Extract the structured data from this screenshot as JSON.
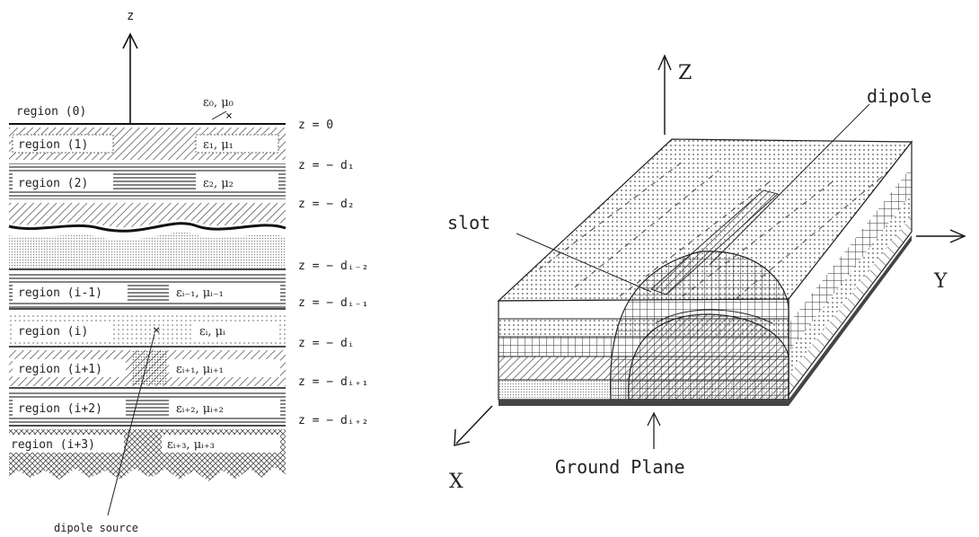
{
  "left_panel": {
    "axis_label": "z",
    "region0_label": "region (0)",
    "region0_params": "ε₀, μ₀",
    "regions": [
      {
        "label": "region (1)",
        "params": "ε₁, μ₁"
      },
      {
        "label": "region (2)",
        "params": "ε₂, μ₂"
      },
      {
        "label": "region (i-1)",
        "params": "εᵢ₋₁, μᵢ₋₁"
      },
      {
        "label": "region (i)",
        "params": "εᵢ, μᵢ"
      },
      {
        "label": "region (i+1)",
        "params": "εᵢ₊₁, μᵢ₊₁"
      },
      {
        "label": "region (i+2)",
        "params": "εᵢ₊₂, μᵢ₊₂"
      },
      {
        "label": "region (i+3)",
        "params": "εᵢ₊₃, μᵢ₊₃"
      }
    ],
    "boundaries": [
      "z = 0",
      "z = − d₁",
      "z = − d₂",
      "z = − dᵢ₋₂",
      "z = − dᵢ₋₁",
      "z = − dᵢ",
      "z = − dᵢ₊₁",
      "z = − dᵢ₊₂"
    ],
    "source_label": "dipole source"
  },
  "right_panel": {
    "z_axis": "Z",
    "y_axis": "Y",
    "x_axis": "X",
    "dipole_label": "dipole",
    "slot_label": "slot",
    "ground_label": "Ground Plane"
  }
}
